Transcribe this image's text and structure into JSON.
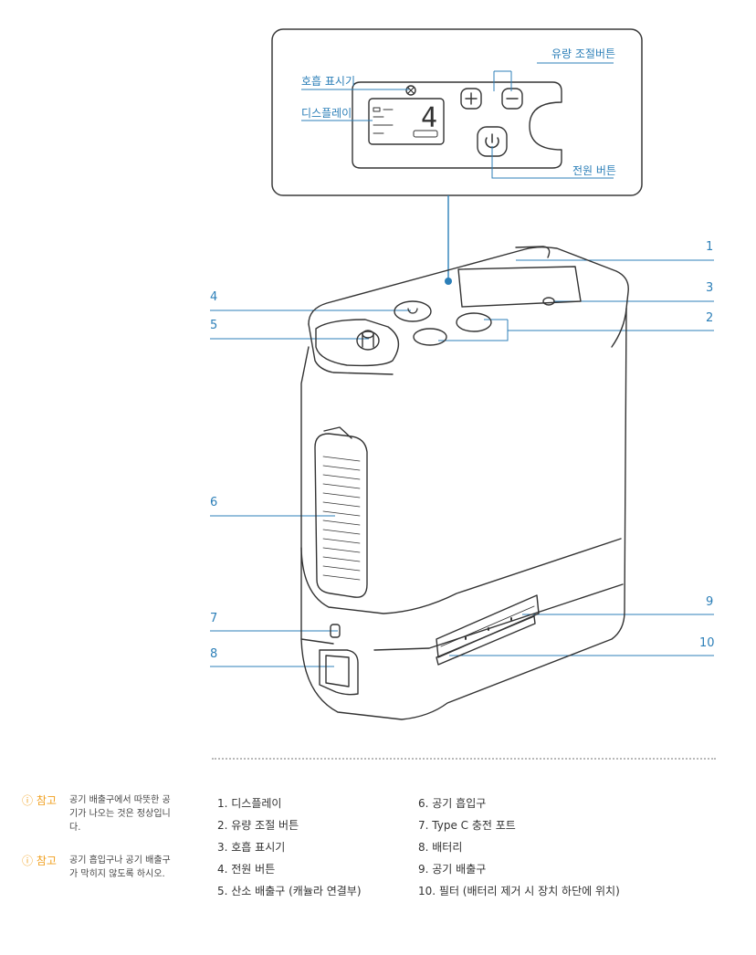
{
  "callout": {
    "breath_indicator": "호흡 표시기",
    "display": "디스플레이",
    "flow_buttons": "유량 조절버튼",
    "power_button": "전원 버튼",
    "screen_number": "4"
  },
  "numbers": [
    "1",
    "2",
    "3",
    "4",
    "5",
    "6",
    "7",
    "8",
    "9",
    "10"
  ],
  "notes": [
    {
      "icon": "ⓘ",
      "label": "참고",
      "text": "공기 배출구에서 따뜻한 공기가 나오는 것은 정상입니다."
    },
    {
      "icon": "ⓘ",
      "label": "참고",
      "text": "공기 흡입구나 공기 배출구가 막히지 않도록 하시오."
    }
  ],
  "parts_left": [
    "1. 디스플레이",
    "2. 유량 조절 버튼",
    "3. 호흡 표시기",
    "4. 전원 버튼",
    "5. 산소 배출구 (캐뉼라 연결부)"
  ],
  "parts_right": [
    "6. 공기 흡입구",
    "7. Type C 충전 포트",
    "8. 배터리",
    "9. 공기 배출구",
    "10. 필터 (배터리 제거 시 장치 하단에 위치)"
  ],
  "colors": {
    "accent": "#2c7fb8",
    "note": "#f0a020",
    "outline": "#333333"
  }
}
